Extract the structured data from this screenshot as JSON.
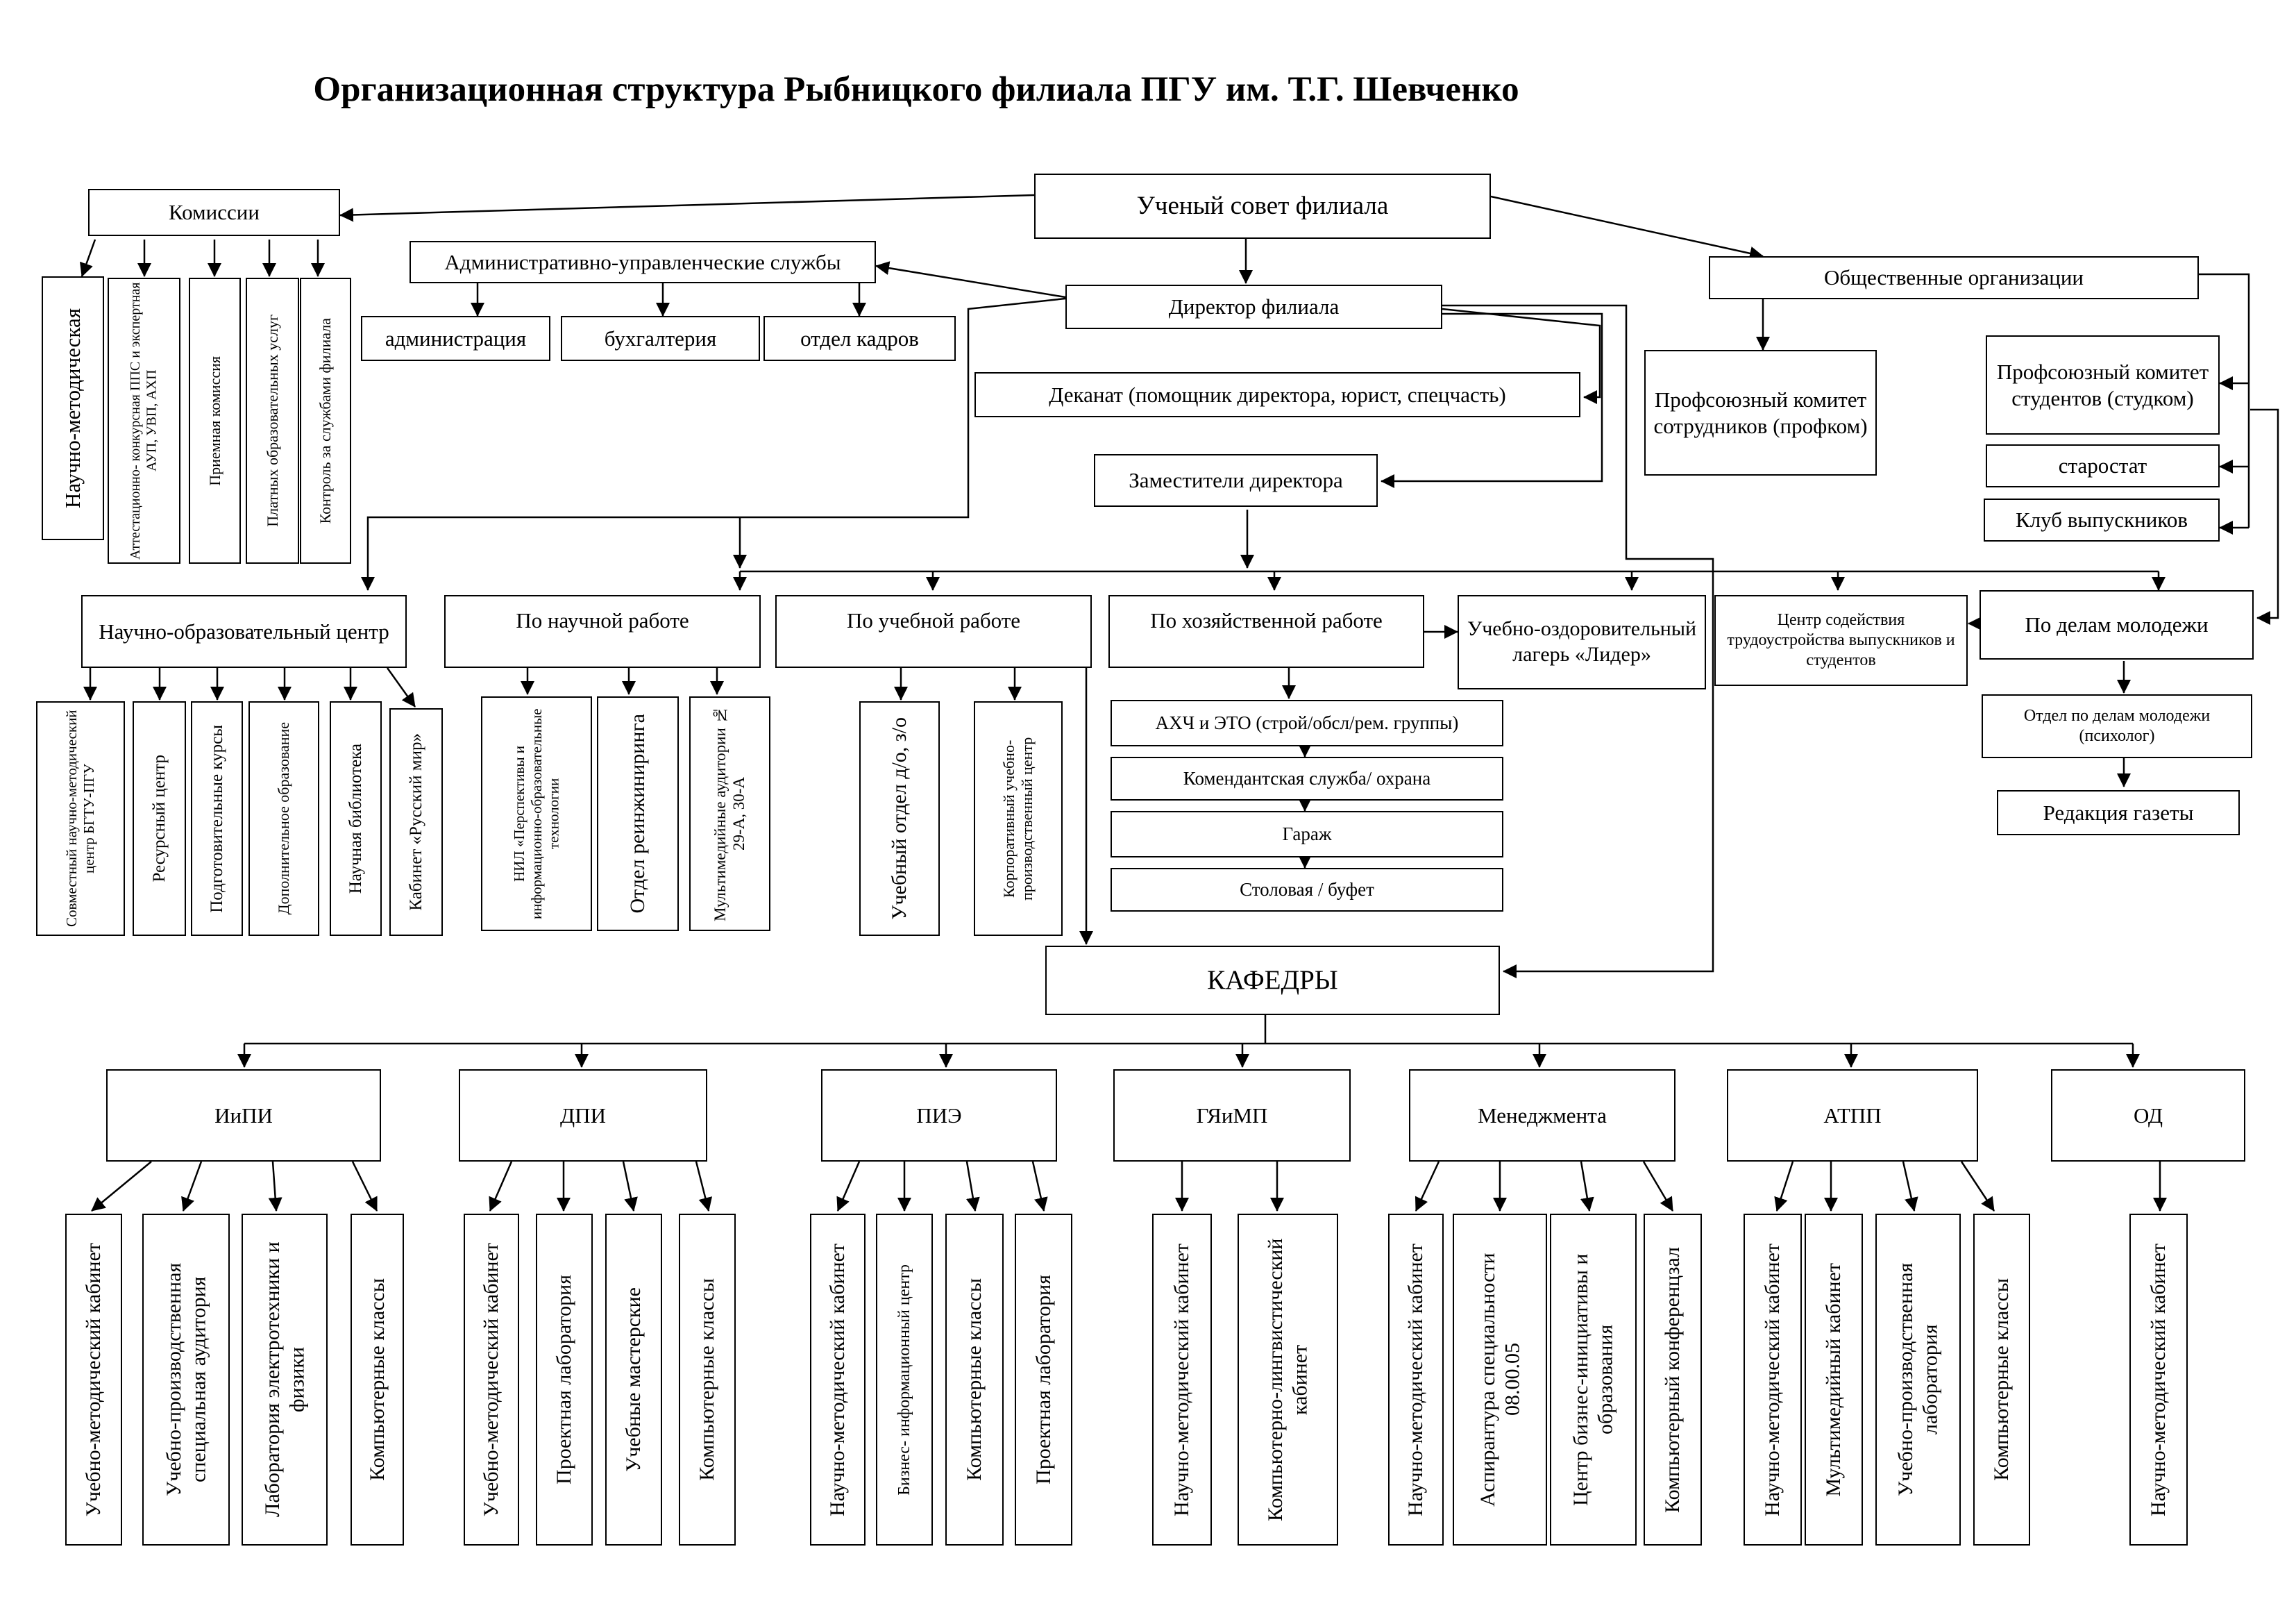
{
  "title": "Организационная структура Рыбницкого филиала ПГУ им. Т.Г. Шевченко",
  "top": {
    "council": "Ученый совет филиала",
    "commissions": "Комиссии",
    "admin_services": "Административно-управленческие службы",
    "director": "Директор филиала",
    "public_orgs": "Общественные организации",
    "deans_office": "Деканат (помощник директора, юрист, спецчасть)",
    "deputies": "Заместители директора",
    "departments": "КАФЕДРЫ"
  },
  "commission_items": [
    "Научно-методическая",
    "Аттестационно- конкурсная ППС и экспертная АУП, УВП, АХП",
    "Приемная комиссия",
    "Платных образовательных услуг",
    "Контроль за службами филиала"
  ],
  "admin_items": [
    "администрация",
    "бухгалтерия",
    "отдел кадров"
  ],
  "public_items": {
    "trade_union_staff": "Профсоюзный комитет сотрудников (профком)",
    "trade_union_students": "Профсоюзный комитет студентов (студком)",
    "starostat": "старостат",
    "alumni_club": "Клуб выпускников"
  },
  "directions": {
    "edu_center": "Научно-образовательный центр",
    "research": "По научной работе",
    "teaching": "По учебной работе",
    "economic": "По хозяйственной работе",
    "camp": "Учебно-оздоровительный лагерь «Лидер»",
    "employment": "Центр содействия трудоустройства выпускников и студентов",
    "youth": "По делам молодежи"
  },
  "edu_center_items": [
    "Совместный научно-методический центр БГТУ-ПГУ",
    "Ресурсный центр",
    "Подготовительные курсы",
    "Дополнительное образование",
    "Научная библиотека",
    "Кабинет «Русский мир»"
  ],
  "research_items": [
    "НИЛ «Перспективы и информационно-образовательные технологии",
    "Отдел реинжиниринга",
    "Мультимедийные аудитории № 29-А, 30-А"
  ],
  "teaching_items": [
    "Учебный отдел д/о, з/о",
    "Корпоративный учебно-производственный центр"
  ],
  "economic_items": [
    "АХЧ и ЭТО (строй/обсл/рем. группы)",
    "Комендантская служба/ охрана",
    "Гараж",
    "Столовая / буфет"
  ],
  "youth_items": {
    "youth_dept": "Отдел по делам молодежи (психолог)",
    "newspaper": "Редакция газеты"
  },
  "chairs": [
    {
      "name": "ИиПИ",
      "items": [
        "Учебно-методический кабинет",
        "Учебно-производственная специальная аудитория",
        "Лаборатория электротехники и физики",
        "Компьютерные классы"
      ]
    },
    {
      "name": "ДПИ",
      "items": [
        "Учебно-методический кабинет",
        "Проектная лаборатория",
        "Учебные мастерские",
        "Компьютерные классы"
      ]
    },
    {
      "name": "ПИЭ",
      "items": [
        "Научно-методический кабинет",
        "Бизнес- информационный центр",
        "Компьютерные классы",
        "Проектная лаборатория"
      ]
    },
    {
      "name": "ГЯиМП",
      "items": [
        "Научно-методический кабинет",
        "Компьютерно-лингвистический кабинет"
      ]
    },
    {
      "name": "Менеджмента",
      "items": [
        "Научно-методический кабинет",
        "Аспирантура специальности 08.00.05",
        "Центр бизнес-инициативы и образования",
        "Компьютерный конференцзал"
      ]
    },
    {
      "name": "АТПП",
      "items": [
        "Научно-методический кабинет",
        "Мультимедийный кабинет",
        "Учебно-производственная лаборатория",
        "Компьютерные классы"
      ]
    },
    {
      "name": "ОД",
      "items": [
        "Научно-методический кабинет"
      ]
    }
  ]
}
